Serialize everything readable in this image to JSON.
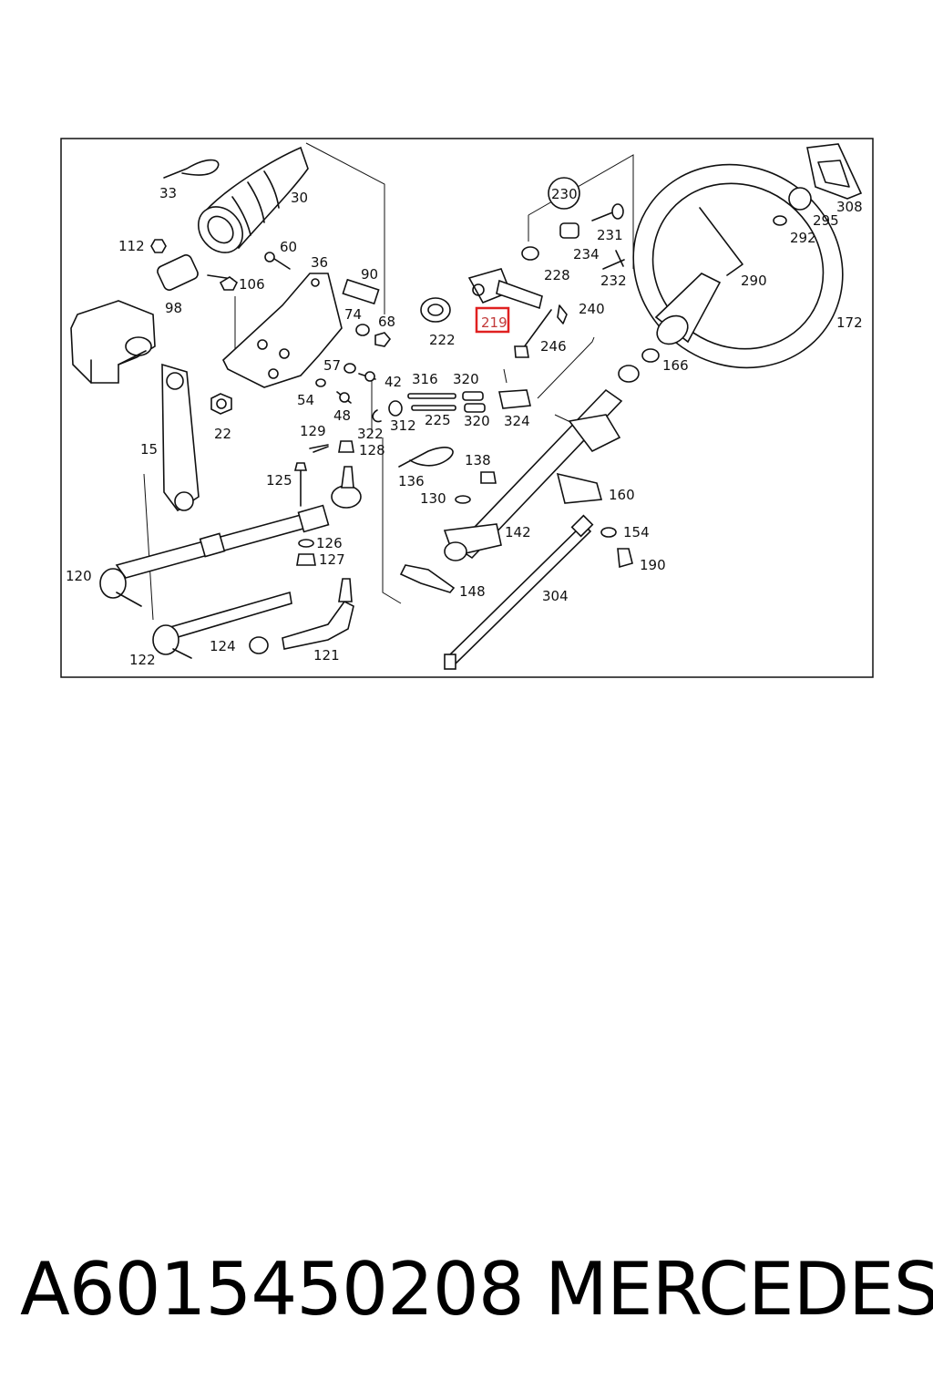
{
  "diagram": {
    "labels": [
      "33",
      "30",
      "112",
      "60",
      "36",
      "90",
      "106",
      "98",
      "74",
      "68",
      "15",
      "57",
      "42",
      "54",
      "48",
      "22",
      "129",
      "322",
      "128",
      "125",
      "126",
      "127",
      "120",
      "122",
      "124",
      "121",
      "230",
      "231",
      "234",
      "228",
      "232",
      "240",
      "222",
      "219",
      "246",
      "316",
      "320",
      "312",
      "225",
      "324",
      "136",
      "138",
      "130",
      "142",
      "148",
      "160",
      "154",
      "190",
      "304",
      "308",
      "295",
      "292",
      "290",
      "172",
      "166"
    ],
    "highlighted_label": "219",
    "highlight_color": "#e02020"
  },
  "caption": {
    "part_number": "A6015450208",
    "brand": "MERCEDES"
  }
}
